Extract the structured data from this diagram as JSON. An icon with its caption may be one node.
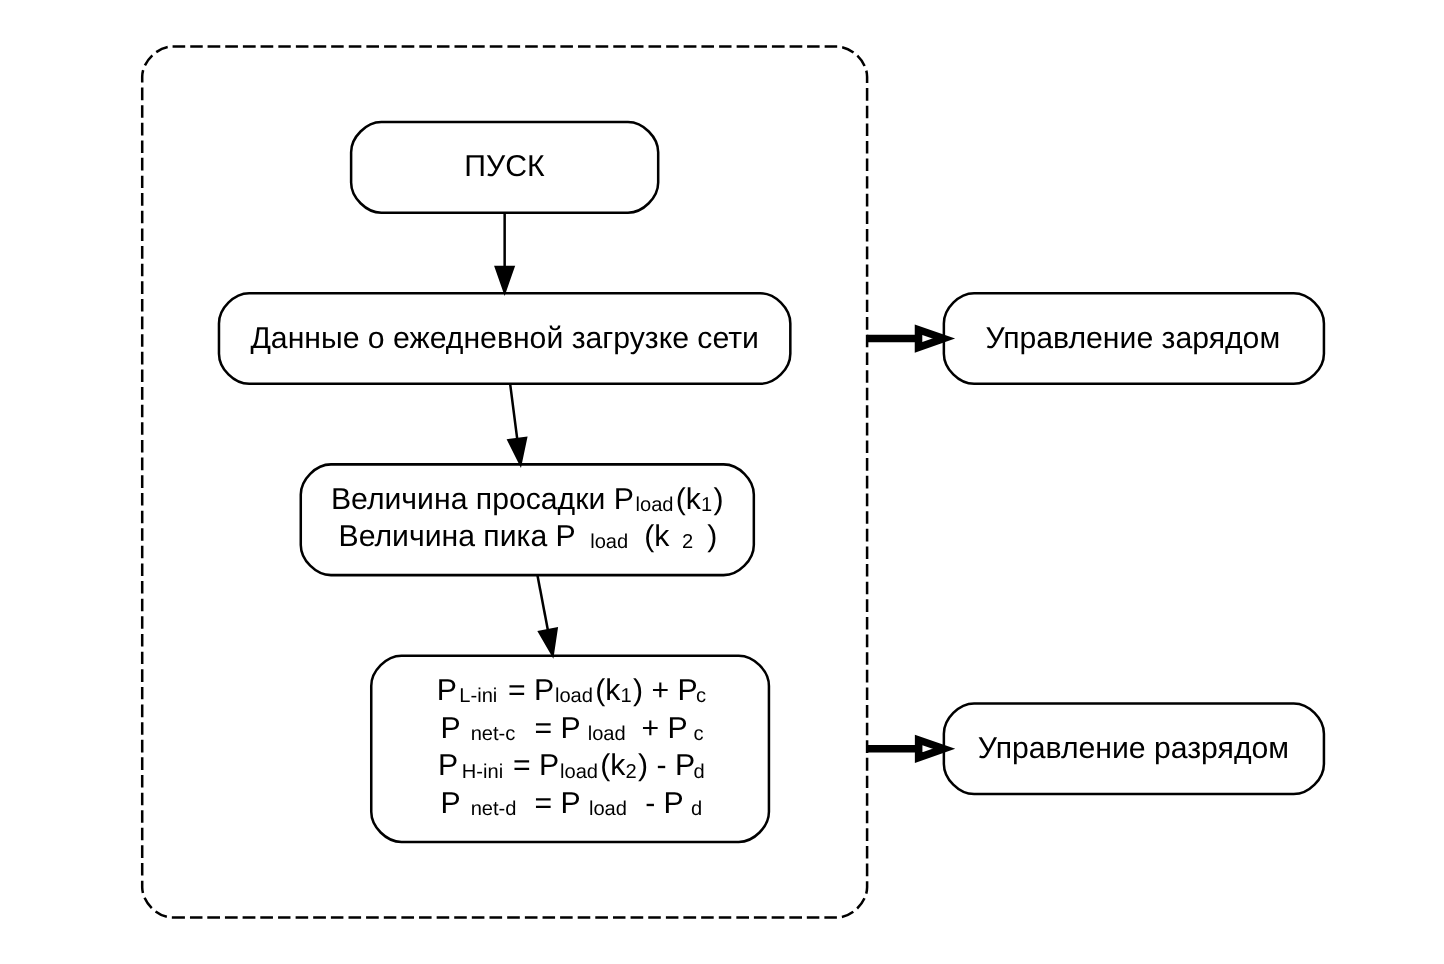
{
  "diagram": {
    "nodes": [
      {
        "text": [],
        "shape": "box"
      },
      {
        "text": [
          "ПУСК"
        ],
        "in": 0
      },
      {
        "text": [
          "Данные о ежедневной загрузке сети"
        ],
        "in": 0
      },
      {
        "text": [
          "Величина просадки P$_{load}$(k$_{1}$)",
          "Величина пика P$_{load}$(k$_{2}$)"
        ],
        "in": 0
      },
      {
        "text": [
          "P$_{L-ini}$ = P$_{load}$(k$_{1}$) + P$_{c}$",
          "P$_{net-c}$ = P$_{load}$ + P$_{c}$",
          "P$_{H-ini}$ = P$_{load}$(k$_{2}$) - P$_{d}$",
          "P$_{net-d}$ = P$_{load}$ - P$_{d}$"
        ],
        "in": 0
      },
      {
        "text": [
          "Управление зарядом"
        ]
      },
      {
        "text": [
          "Управление разрядом"
        ]
      }
    ],
    "edges": [
      {
        "from": 1,
        "to": 2,
        "arrow": "to"
      },
      {
        "from": 2,
        "to": 3,
        "arrow": "to"
      },
      {
        "from": 3,
        "to": 4,
        "arrow": "to"
      },
      {
        "from": 0,
        "to": 5,
        "arrow": "to",
        "style": "thick"
      },
      {
        "from": 0,
        "to": 6,
        "arrow": "to",
        "style": "thick"
      }
    ]
  }
}
